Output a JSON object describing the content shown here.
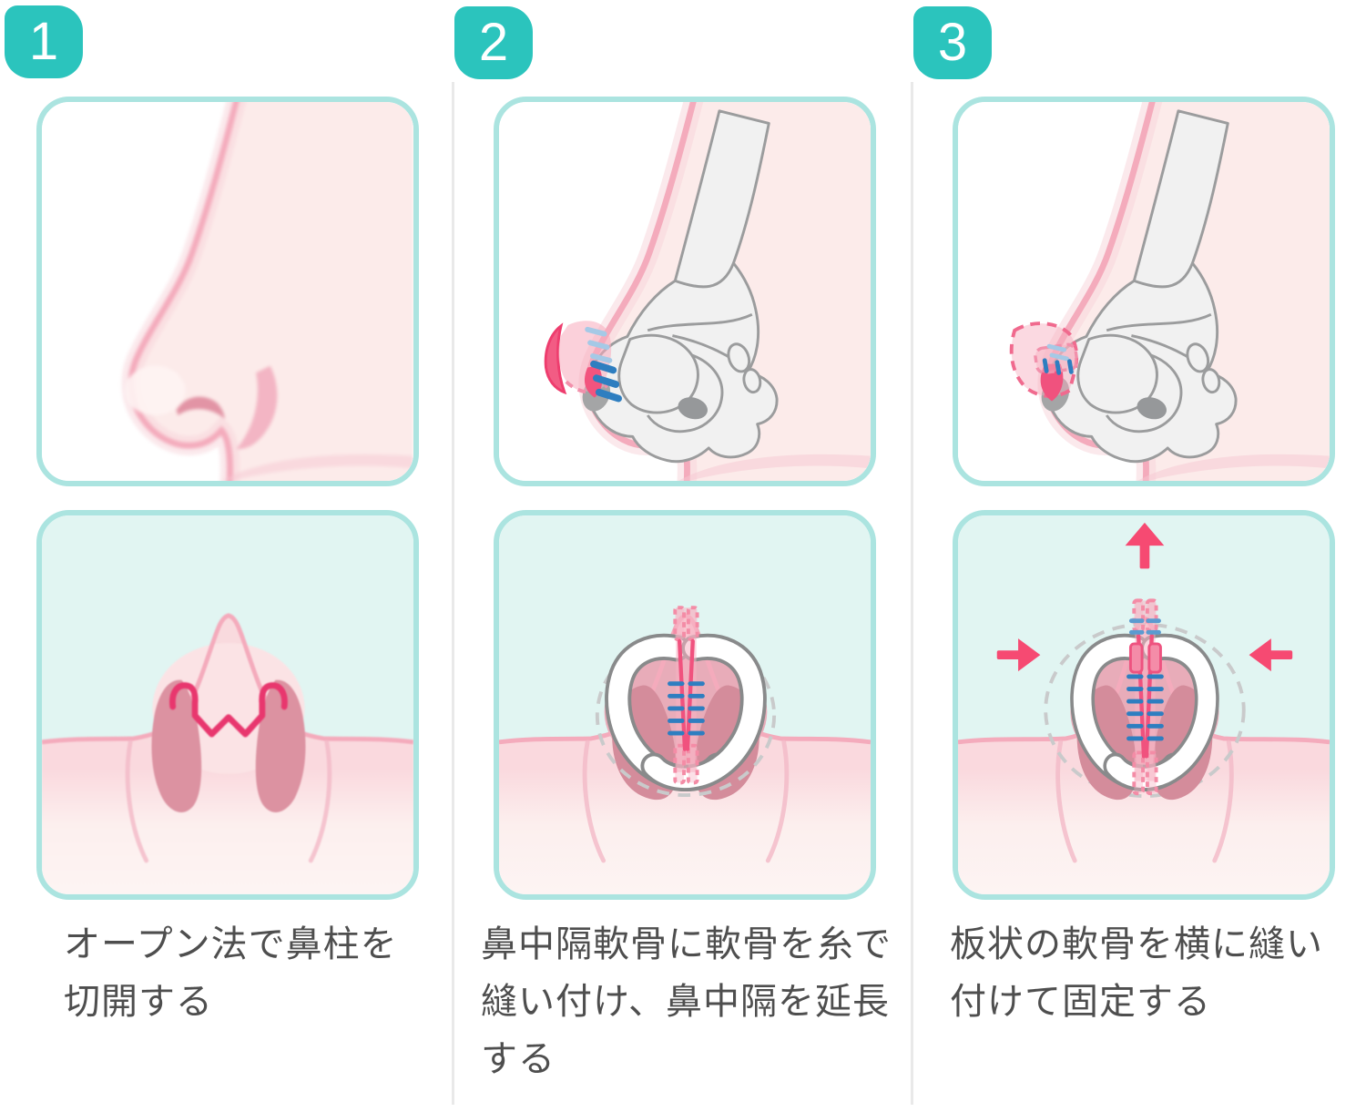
{
  "steps": [
    {
      "number": "1",
      "caption": "オープン法で鼻柱を\n切開する",
      "top_illustration": "nose-side-profile",
      "bottom_illustration": "nose-base-columella-incision"
    },
    {
      "number": "2",
      "caption": "鼻中隔軟骨に軟骨を糸で\n縫い付け、鼻中隔を延長\nする",
      "top_illustration": "nose-side-cartilage-graft-sutured",
      "bottom_illustration": "nose-base-septal-extension-graft"
    },
    {
      "number": "3",
      "caption": "板状の軟骨を横に縫い\n付けて固定する",
      "top_illustration": "nose-side-plate-cartilage-fixed",
      "bottom_illustration": "nose-base-graft-fixed-with-arrows"
    }
  ],
  "colors": {
    "badge": "#2BC4BD",
    "panel_border": "#ABE4E0",
    "panel_cyan": "#E1F5F2",
    "skin_pink": "#FCEBEA",
    "outline_pink": "#F4ABBC",
    "nostril_pink": "#DC92A1",
    "incision_red": "#E8376E",
    "graft_rose": "#F2547E",
    "graft_light": "#F7AABC",
    "cartilage_gray_fill": "#F1F1F1",
    "cartilage_gray_line": "#9B9C9D",
    "stitch_blue": "#2E7EC0",
    "stitch_light_blue": "#A5C9E6",
    "dashed_gray": "#C9CACB",
    "arrow_pink": "#F64A72",
    "caption_text": "#4E4E4E",
    "divider": "#E9E9E9"
  }
}
